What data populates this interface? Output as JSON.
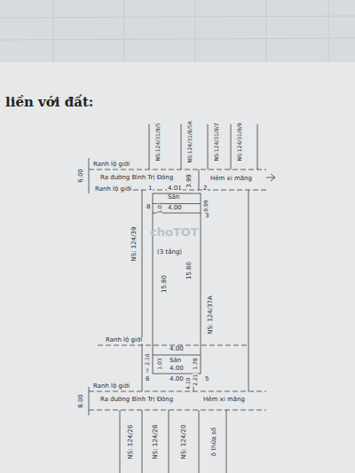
{
  "diagram": {
    "title": "liền với đất:",
    "labels": [
      "Ranh lộ giới",
      "Ra đường Bình Trị Đông",
      "Hẻm xi măng",
      "Ranh lộ giới",
      "6.00",
      "NS:124/31/8/5",
      "NS:124/31/8/5A",
      "NS:124/31/8/7",
      "NS:124/31/8/9",
      "3.99",
      "1",
      "4.01",
      "2",
      "Sân",
      "4.00",
      "1.01",
      "0.99",
      "8",
      "3",
      "NS: 124/39",
      "15.80",
      "(3 tầng)",
      "15.80",
      "NS: 124/37A",
      "Ranh lộ giới",
      "4.00",
      "1.03",
      "1.78",
      "2.16",
      "Sân",
      "4.00",
      "2.21",
      "7",
      "6",
      "4.00",
      "5",
      "Ranh lộ giới",
      "Ra đường Bình Trị Đông",
      "Hẻm xi măng",
      "8.00",
      "4.10",
      "NS: 124/26",
      "NS: 124/28",
      "NS: 124/20",
      "ô thửa số",
      "choTOT"
    ]
  }
}
